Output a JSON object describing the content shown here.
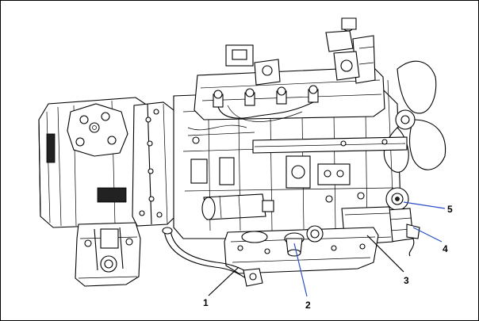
{
  "diagram": {
    "colors": {
      "line": "#000000",
      "leader_blue": "#2b4fc8",
      "leader_black": "#000000",
      "background": "#ffffff"
    },
    "callouts": [
      {
        "id": "1",
        "label": "1",
        "leader_color": "#000000"
      },
      {
        "id": "2",
        "label": "2",
        "leader_color": "#2b4fc8"
      },
      {
        "id": "3",
        "label": "3",
        "leader_color": "#000000"
      },
      {
        "id": "4",
        "label": "4",
        "leader_color": "#2b4fc8"
      },
      {
        "id": "5",
        "label": "5",
        "leader_color": "#2b4fc8"
      }
    ]
  }
}
